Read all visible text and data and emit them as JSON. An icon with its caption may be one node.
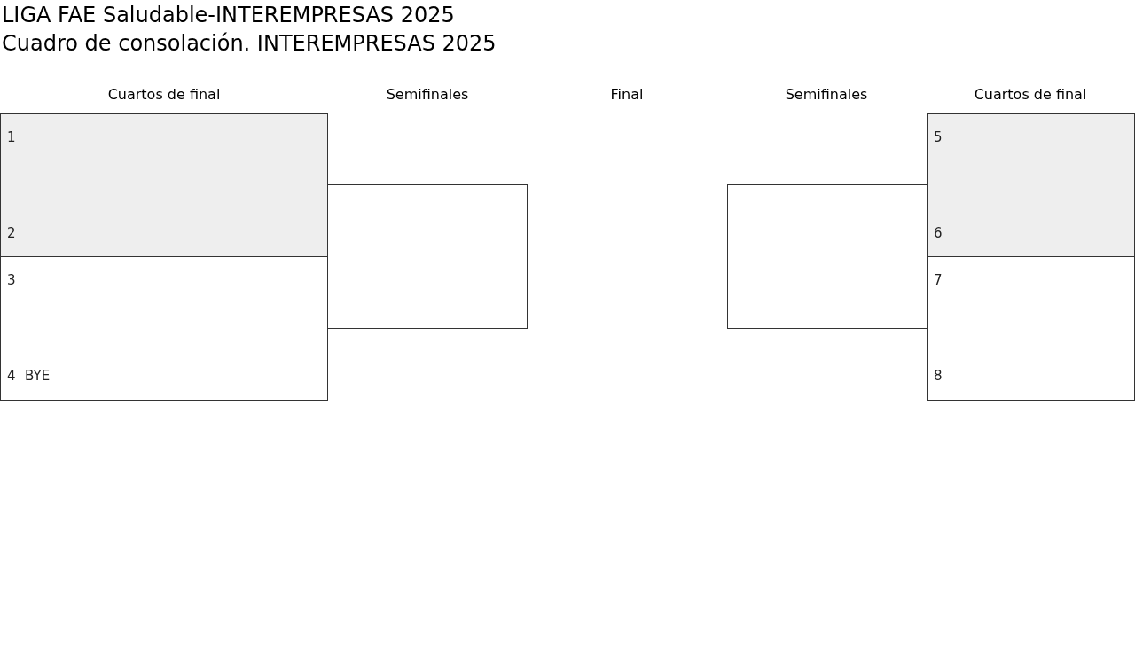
{
  "diagram": {
    "title": "LIGA FAE Saludable-INTEREMPRESAS 2025",
    "nodes": [
      {
        "text": [
          "1",
          "2"
        ]
      },
      {
        "text": [
          "3",
          "4",
          "BYE"
        ]
      },
      {
        "text": [],
        "shape": "box"
      },
      {
        "text": [],
        "shape": "box"
      },
      {
        "text": [
          "5",
          "6"
        ]
      },
      {
        "text": [
          "7",
          "8"
        ]
      }
    ],
    "labels": [
      "Cuadro de consolación. INTEREMPRESAS 2025",
      "Cuartos de final",
      "Semifinales",
      "Final",
      "Semifinales",
      "Cuartos de final"
    ]
  }
}
